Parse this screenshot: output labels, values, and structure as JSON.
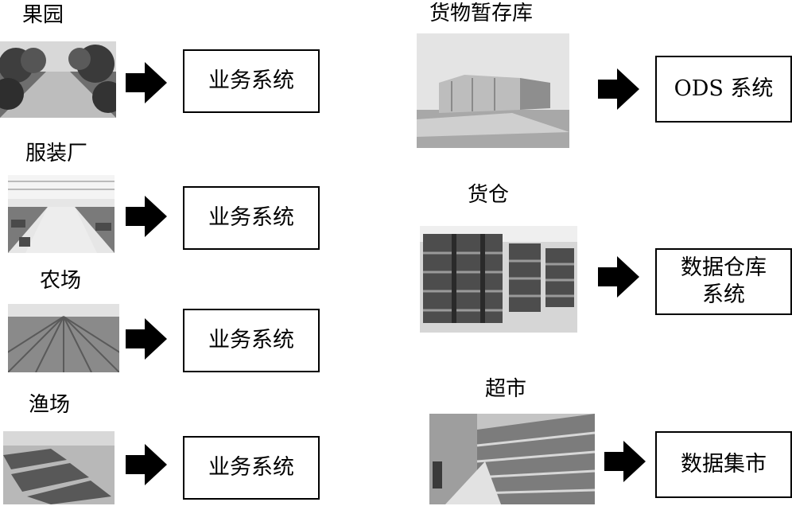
{
  "colors": {
    "ink": "#000000",
    "photo_grey": "#9a9a9a"
  },
  "sources": [
    {
      "label": "果园",
      "image": "orchard-photo",
      "target": "业务系统"
    },
    {
      "label": "服装厂",
      "image": "garment-factory-photo",
      "target": "业务系统"
    },
    {
      "label": "农场",
      "image": "farm-photo",
      "target": "业务系统"
    },
    {
      "label": "渔场",
      "image": "fishery-photo",
      "target": "业务系统"
    }
  ],
  "stores": [
    {
      "label": "货物暂存库",
      "image": "temporary-warehouse-photo",
      "target_lines": [
        "ODS 系统"
      ]
    },
    {
      "label": "货仓",
      "image": "storage-shelves-photo",
      "target_lines": [
        "数据仓库",
        "系统"
      ]
    },
    {
      "label": "超市",
      "image": "supermarket-photo",
      "target_lines": [
        "数据集市"
      ]
    }
  ],
  "icons": {
    "arrow": "right-arrow-icon"
  }
}
